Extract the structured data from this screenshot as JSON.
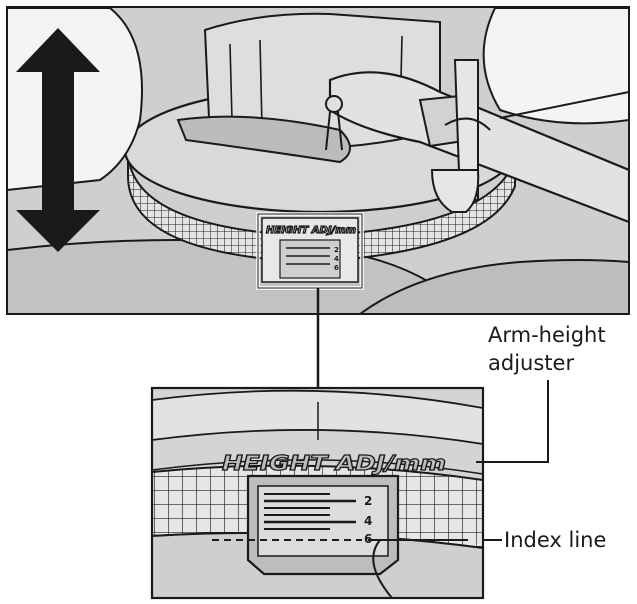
{
  "labels": {
    "arm_height_line1": "Arm-height",
    "arm_height_line2": "adjuster",
    "index_line": "Index line"
  },
  "dial": {
    "heading": "HEIGHT ADJ/mm",
    "scale_numbers": [
      "2",
      "4",
      "6"
    ]
  },
  "colors": {
    "background": "#cfcfcf",
    "outline": "#1a1a1a",
    "panel_fill": "#d6d6d6",
    "arrow": "#1a1a1a"
  }
}
